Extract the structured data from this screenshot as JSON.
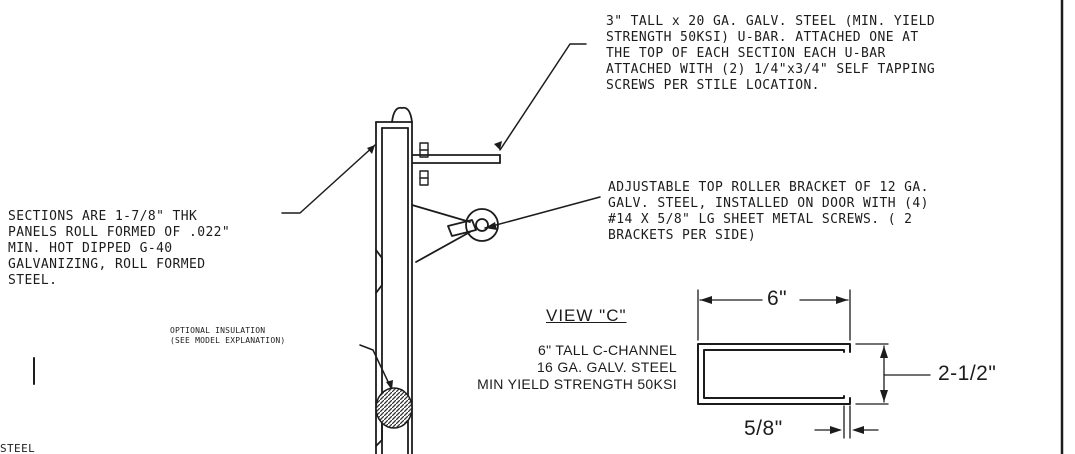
{
  "notes": {
    "u_bar": "3\" TALL x 20 GA. GALV. STEEL (MIN. YIELD\nSTRENGTH 50KSI) U-BAR. ATTACHED ONE AT\nTHE TOP OF EACH SECTION EACH U-BAR\nATTACHED WITH (2) 1/4\"x3/4\" SELF TAPPING\nSCREWS PER STILE LOCATION.",
    "roller_bracket": "ADJUSTABLE TOP ROLLER BRACKET OF 12 GA.\nGALV. STEEL, INSTALLED ON DOOR WITH (4)\n#14 X 5/8\" LG SHEET METAL SCREWS. ( 2\nBRACKETS PER SIDE)",
    "sections": "SECTIONS ARE 1-7/8\" THK\nPANELS ROLL FORMED OF .022\"\nMIN. HOT DIPPED G-40\nGALVANIZING, ROLL FORMED\nSTEEL.",
    "insulation": "OPTIONAL INSULATION\n(SEE MODEL EXPLANATION)",
    "cut_off": "STEEL"
  },
  "view_c": {
    "title": "VIEW \"C\"",
    "spec": "6\" TALL C-CHANNEL\n16 GA. GALV. STEEL\nMIN YIELD STRENGTH 50KSI",
    "dim_width": "6\"",
    "dim_height": "2-1/2\"",
    "dim_lip": "5/8\""
  },
  "colors": {
    "ink": "#1c1c1c",
    "paper": "#ffffff",
    "insulation": "#4a4a4a"
  }
}
